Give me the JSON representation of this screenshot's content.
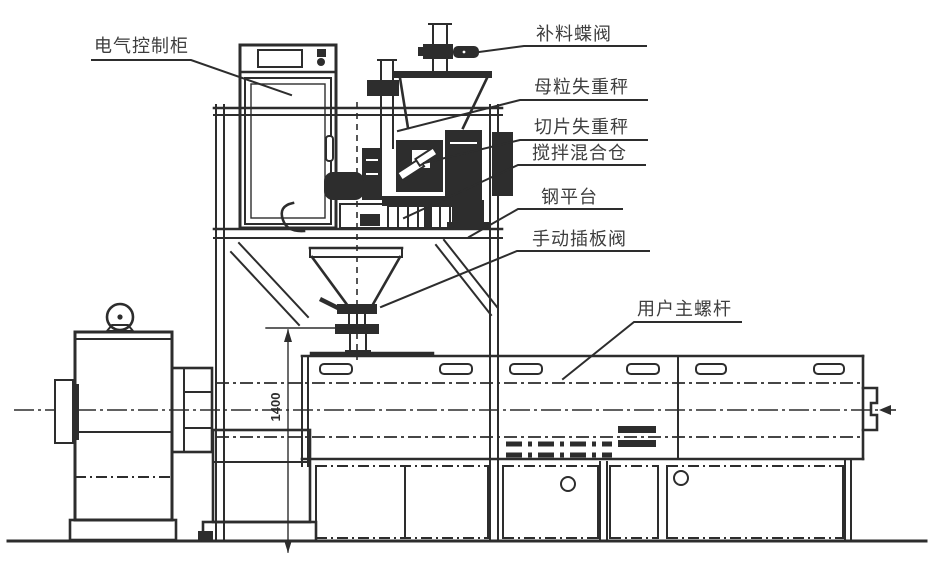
{
  "diagram": {
    "type": "engineering-line-drawing",
    "labels": {
      "control_cabinet": "电气控制柜",
      "refill_valve": "补料蝶阀",
      "masterbatch_scale": "母粒失重秤",
      "chip_scale": "切片失重秤",
      "mixing_chamber": "搅拌混合仓",
      "steel_platform": "钢平台",
      "manual_gate_valve": "手动插板阀",
      "main_screw": "用户主螺杆"
    },
    "dimension": {
      "value": "1400"
    },
    "colors": {
      "line": "#2d2d2d",
      "label_text": "#3e3e3e",
      "background": "#ffffff"
    }
  }
}
